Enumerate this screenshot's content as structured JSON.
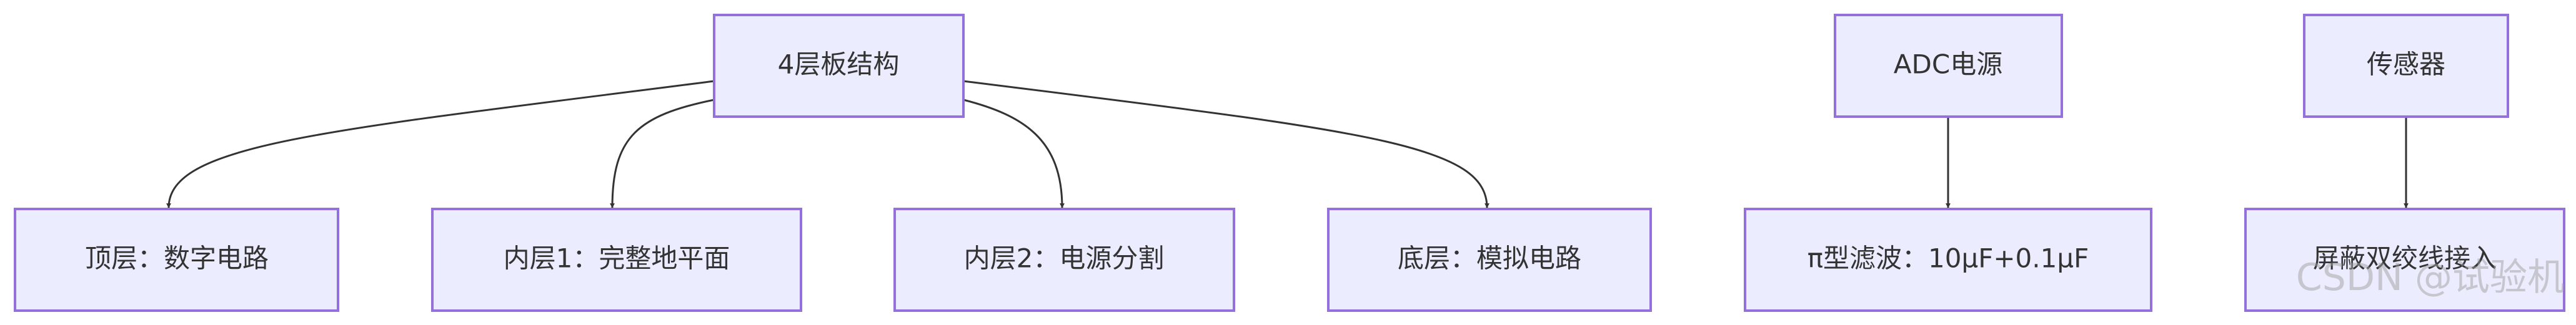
{
  "diagram": {
    "nodes": {
      "structure": "4层板结构",
      "top": "顶层：数字电路",
      "inner1": "内层1：完整地平面",
      "inner2": "内层2：电源分割",
      "bottom": "底层：模拟电路",
      "adc_power": "ADC电源",
      "pi_filter": "π型滤波：10μF+0.1μF",
      "sensor": "传感器",
      "shield": "屏蔽双绞线接入"
    },
    "edges": [
      {
        "from": "structure",
        "to": "top"
      },
      {
        "from": "structure",
        "to": "inner1"
      },
      {
        "from": "structure",
        "to": "inner2"
      },
      {
        "from": "structure",
        "to": "bottom"
      },
      {
        "from": "adc_power",
        "to": "pi_filter"
      },
      {
        "from": "sensor",
        "to": "shield"
      }
    ]
  },
  "watermark": "CSDN @试验机",
  "colors": {
    "node_fill": "#ECECFF",
    "node_stroke": "#9370DB",
    "edge": "#333333"
  }
}
